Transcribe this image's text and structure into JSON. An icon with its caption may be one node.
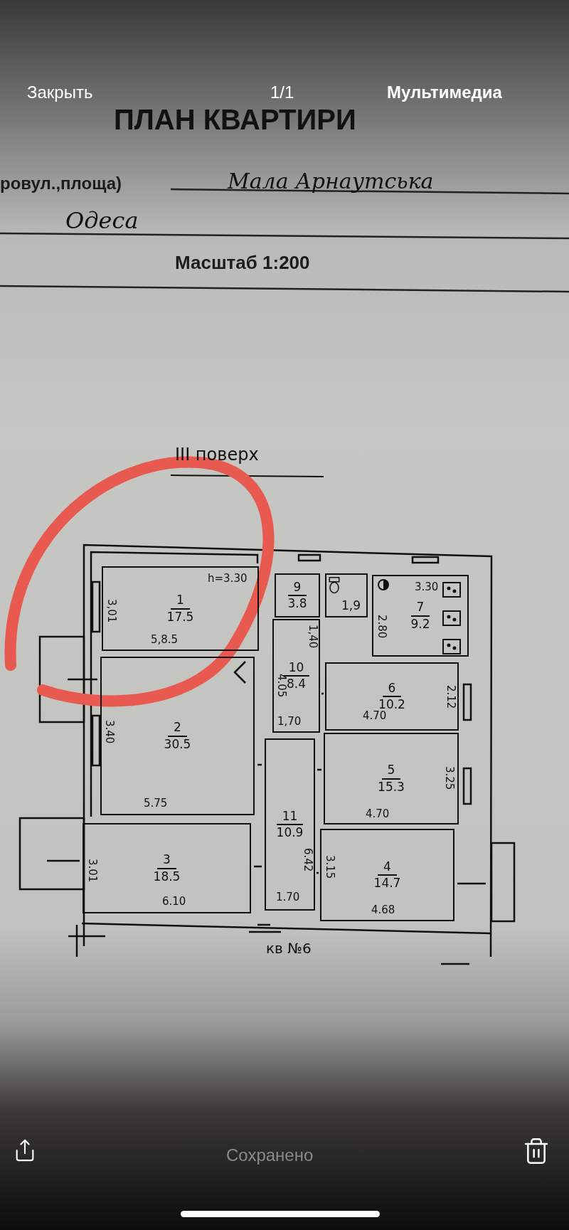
{
  "diagram": {
    "title": "ПЛАН КВАРТИРИ",
    "nodes": [
      {
        "text": [
          "1",
          "17.5",
          "h=3.30",
          "3,01",
          "5,8.5"
        ]
      },
      {
        "text": [
          "9",
          "3.8"
        ]
      },
      {
        "text": [
          "1,9"
        ]
      },
      {
        "text": [
          "7",
          "9.2",
          "3.30",
          "2.80"
        ]
      },
      {
        "text": [
          "10",
          "8.4",
          "1,40",
          "4.05",
          "1,70"
        ]
      },
      {
        "text": [
          "2",
          "30.5",
          "3.40",
          "5.75"
        ]
      },
      {
        "text": [
          "6",
          "10.2",
          "4.70",
          "2.12"
        ]
      },
      {
        "text": [
          "5",
          "15.3",
          "4.70",
          "3.25"
        ]
      },
      {
        "text": [
          "11",
          "10.9",
          "6.42",
          "1.70"
        ]
      },
      {
        "text": [
          "3",
          "18.5",
          "3.01",
          "6.10"
        ]
      },
      {
        "text": [
          "4",
          "14.7",
          "3.15",
          "4.68"
        ]
      }
    ],
    "labels": [
      "Закрыть",
      "1/1",
      "Мультимедиа",
      "ровул.,площа)",
      "Мала Арнаутська",
      "Одеса",
      "Масштаб 1:200",
      "III поверх",
      "кв №6",
      "Сохранено"
    ]
  }
}
